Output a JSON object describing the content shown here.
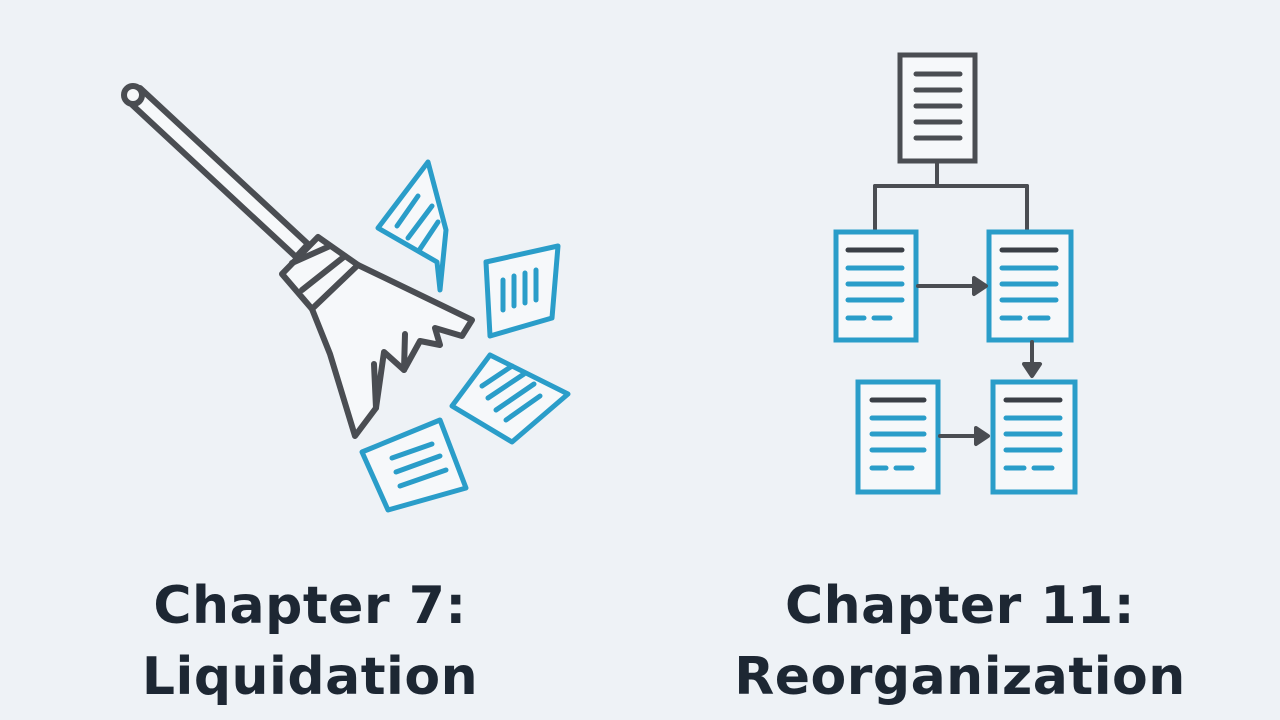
{
  "colors": {
    "background": "#eef2f6",
    "outline_dark": "#4a4d52",
    "accent_blue": "#2a9dc9",
    "text_dark": "#1d2733"
  },
  "left": {
    "icon": "broom-sweeping-papers-icon",
    "title_line1": "Chapter 7:",
    "title_line2": "Liquidation"
  },
  "right": {
    "icon": "document-flow-chart-icon",
    "title_line1": "Chapter 11:",
    "title_line2": "Reorganization"
  }
}
